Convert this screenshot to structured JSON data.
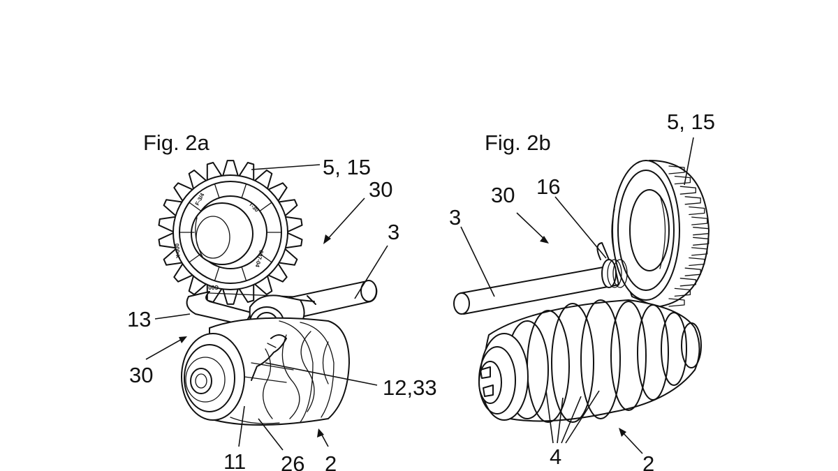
{
  "figures": [
    {
      "title": "Fig. 2a",
      "labels": [
        "5, 15",
        "30",
        "3",
        "13",
        "30",
        "12,33",
        "11",
        "26",
        "2"
      ],
      "gear_markings": [
        "F-3/4",
        "X-000",
        "T-30",
        "C00",
        "007-04"
      ]
    },
    {
      "title": "Fig. 2b",
      "labels": [
        "5, 15",
        "16",
        "30",
        "3",
        "4",
        "2"
      ]
    }
  ],
  "colors": {
    "line": "#111111",
    "background": "#ffffff"
  }
}
